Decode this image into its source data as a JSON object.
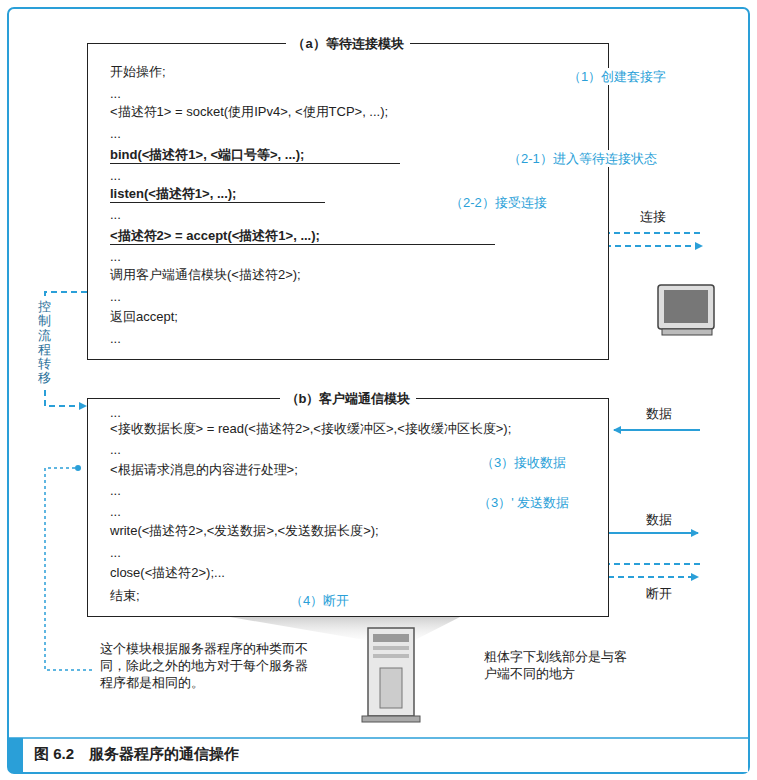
{
  "diagram": {
    "caption": "图 6.2　服务器程序的通信操作",
    "nodes": [
      {
        "text": [
          "（a）等待连接模块",
          "开始操作;",
          "...",
          "<描述符1> = socket(使用IPv4>, <使用TCP>, ...);",
          "...",
          "bind(<描述符1>, <端口号等>, ...);",
          "...",
          "listen(<描述符1>, ...);",
          "...",
          "<描述符2> = accept(<描述符1>, ...);",
          "...",
          "调用客户端通信模块(<描述符2>);",
          "...",
          "返回accept;",
          "..."
        ]
      },
      {
        "text": [
          "（b）客户端通信模块",
          "...",
          "<接收数据长度> = read(<描述符2>,<接收缓冲区>,<接收缓冲区长度>);",
          "...",
          "<根据请求消息的内容进行处理>;",
          "...",
          "...",
          "write(<描述符2>,<发送数据>,<发送数据长度>);",
          "...",
          "close(<描述符2>);...",
          "结束;"
        ]
      }
    ],
    "edges": [
      {
        "from": 0,
        "to": 1,
        "arrow": "to",
        "label": "控制流程转移"
      }
    ],
    "labels": [
      "（1）创建套接字",
      "（2-1）进入等待连接状态",
      "（2-2）接受连接",
      "连接",
      "数据",
      "（3）接收数据",
      "（3）' 发送数据",
      "数据",
      "（4）断开",
      "断开",
      "这个模块根据服务器程序的种类而不同，除此之外的地方对于每个服务器程序都是相同的。",
      "粗体字下划线部分是与客户端不同的地方"
    ]
  }
}
